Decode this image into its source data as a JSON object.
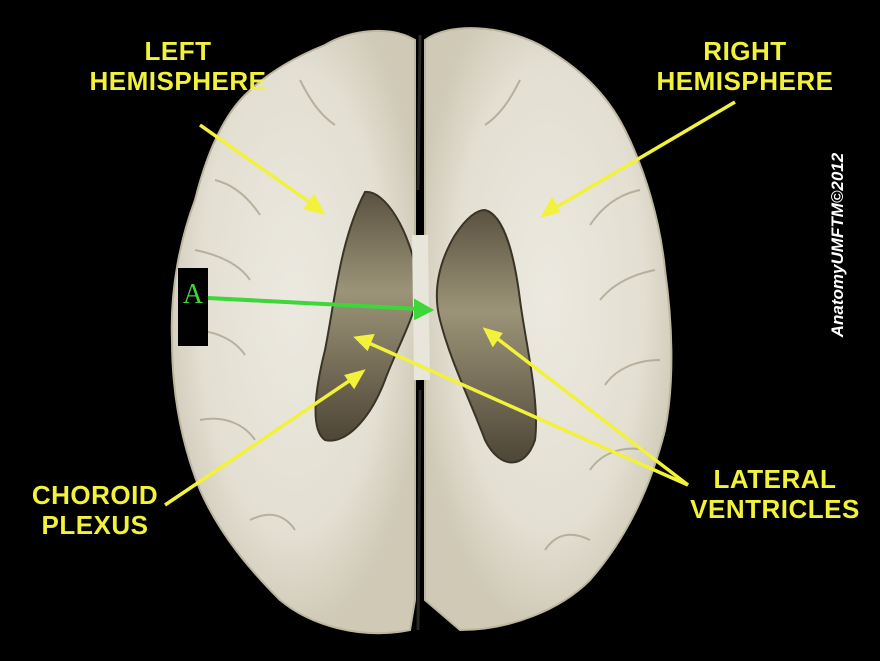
{
  "figure": {
    "subject": "Axial section of brain",
    "background_color": "#000000",
    "label_color": "#f2f13c",
    "marker_color": "#3fd63a",
    "copyright_color": "#ffffff"
  },
  "labels": {
    "left_hemisphere": {
      "line1": "LEFT",
      "line2": "HEMISPHERE"
    },
    "right_hemisphere": {
      "line1": "RIGHT",
      "line2": "HEMISPHERE"
    },
    "choroid_plexus": {
      "line1": "CHOROID",
      "line2": "PLEXUS"
    },
    "lateral_ventricles": {
      "line1": "LATERAL",
      "line2": "VENTRICLES"
    }
  },
  "marker": {
    "text": "A"
  },
  "copyright": {
    "text": "AnatomyUMFTM©2012"
  }
}
